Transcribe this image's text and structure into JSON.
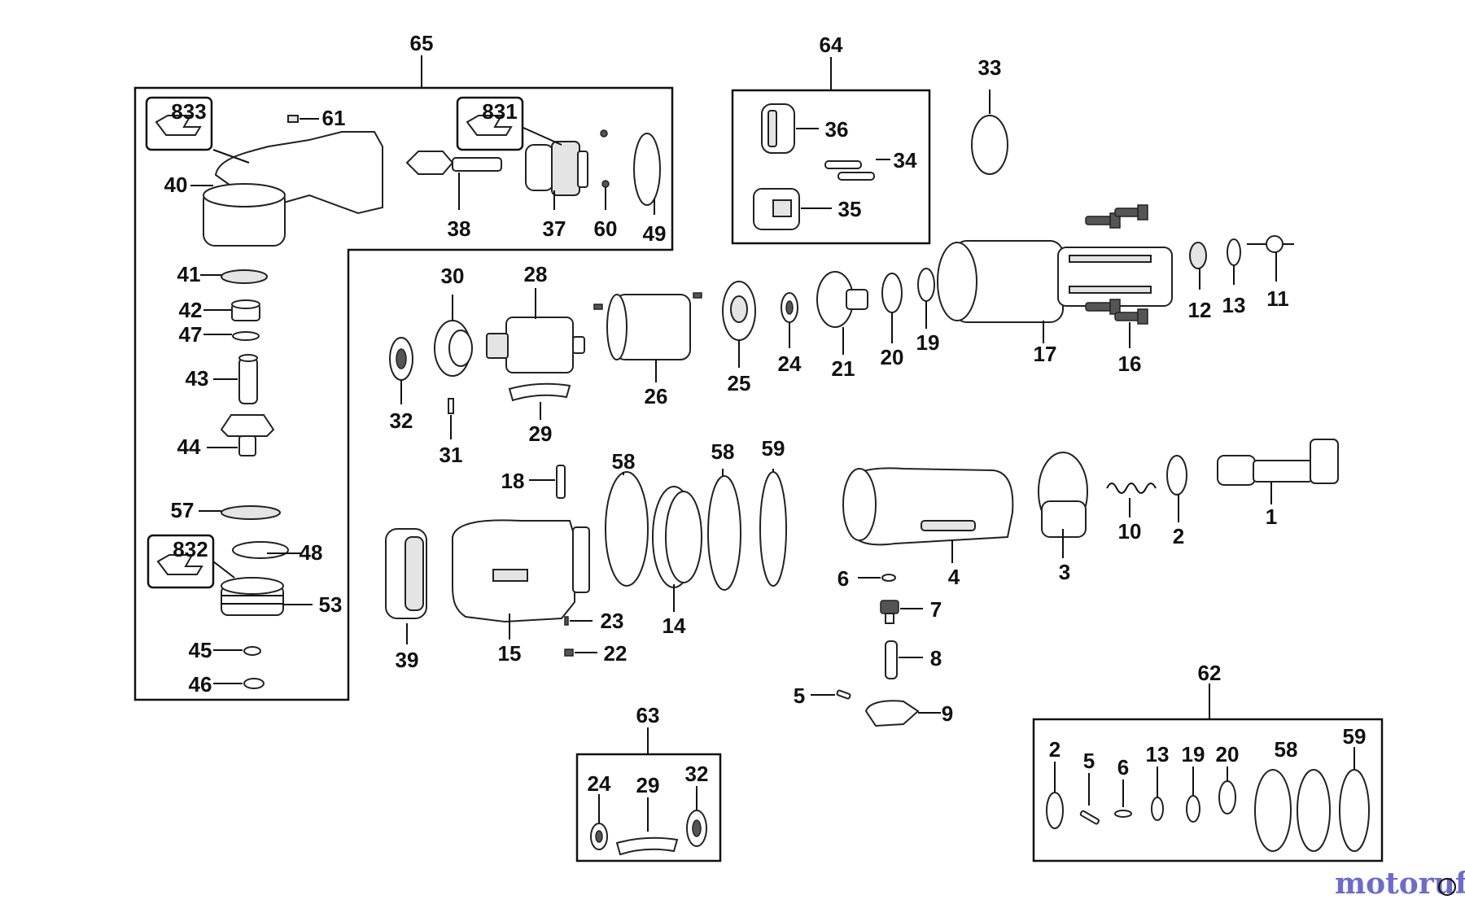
{
  "labels": {
    "p65": "65",
    "p64": "64",
    "p33": "33",
    "p833": "833",
    "p831": "831",
    "p832": "832",
    "p61": "61",
    "p40": "40",
    "p38": "38",
    "p37": "37",
    "p60": "60",
    "p49": "49",
    "p36": "36",
    "p34": "34",
    "p35": "35",
    "p41": "41",
    "p42": "42",
    "p47": "47",
    "p43": "43",
    "p44": "44",
    "p57": "57",
    "p48": "48",
    "p53": "53",
    "p45": "45",
    "p46": "46",
    "p30": "30",
    "p28": "28",
    "p32": "32",
    "p31": "31",
    "p29": "29",
    "p26": "26",
    "p25": "25",
    "p24": "24",
    "p21": "21",
    "p20": "20",
    "p19": "19",
    "p17": "17",
    "p16": "16",
    "p12": "12",
    "p13": "13",
    "p11": "11",
    "p18": "18",
    "p58a": "58",
    "p58b": "58",
    "p59a": "59",
    "p39": "39",
    "p15": "15",
    "p14": "14",
    "p23": "23",
    "p22": "22",
    "p4": "4",
    "p3": "3",
    "p10": "10",
    "p2a": "2",
    "p1": "1",
    "p6a": "6",
    "p7": "7",
    "p8": "8",
    "p5a": "5",
    "p9": "9",
    "p63": "63",
    "p24b": "24",
    "p29b": "29",
    "p32b": "32",
    "p62": "62",
    "p2b": "2",
    "p5b": "5",
    "p6b": "6",
    "p13b": "13",
    "p19b": "19",
    "p20b": "20",
    "p58c": "58",
    "p59b": "59"
  },
  "watermark": {
    "text": "motoruf",
    "color_a": "#6b6bd0",
    "color_b": "#e04040"
  }
}
